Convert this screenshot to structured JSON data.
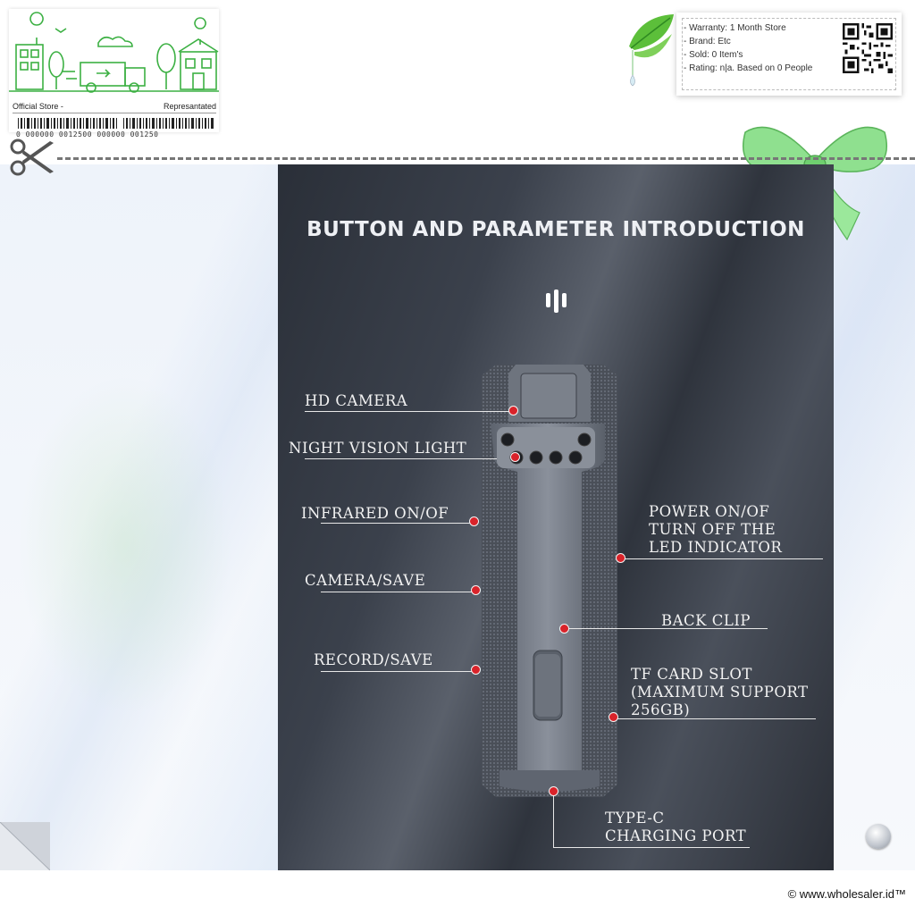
{
  "store_card": {
    "left_label": "Official Store -",
    "right_label": "Represantated",
    "barcode_number": "0  000000  0012500  000000  001250"
  },
  "info_card": {
    "warranty": "- Warranty: 1 Month Store",
    "brand": "- Brand: Etc",
    "sold": "- Sold: 0 Item's",
    "rating": "- Rating: n|a. Based on 0 People"
  },
  "panel": {
    "title": "BUTTON AND PARAMETER INTRODUCTION"
  },
  "callouts": {
    "hd_camera": "HD CAMERA",
    "night_vision": "NIGHT VISION LIGHT",
    "infrared": "INFRARED ON/OF",
    "camera_save": "CAMERA/SAVE",
    "record_save": "RECORD/SAVE",
    "power": "POWER ON/OF\nTURN OFF THE\nLED INDICATOR",
    "back_clip": "BACK CLIP",
    "tf_card": "TF CARD SLOT\n(MAXIMUM SUPPORT\n256GB)",
    "type_c": "TYPE-C\nCHARGING PORT"
  },
  "footer": {
    "copyright": "© www.wholesaler.id™"
  },
  "colors": {
    "accent_green": "#3cb043",
    "marker_red": "#d9232a"
  }
}
